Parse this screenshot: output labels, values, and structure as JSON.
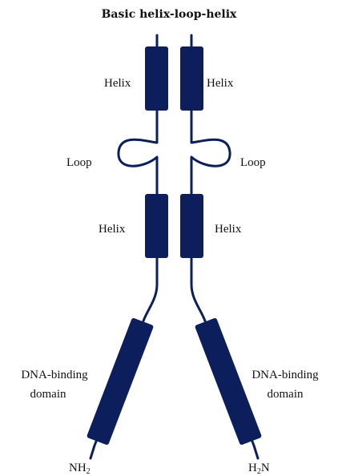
{
  "title": "Basic helix-loop-helix",
  "colors": {
    "protein": "#0c1f5c",
    "text": "#111111",
    "background": "#ffffff"
  },
  "labels": {
    "left_upper_helix": "Helix",
    "right_upper_helix": "Helix",
    "left_loop": "Loop",
    "right_loop": "Loop",
    "left_lower_helix": "Helix",
    "right_lower_helix": "Helix",
    "left_dna_binding_line1": "DNA-binding",
    "left_dna_binding_line2": "domain",
    "right_dna_binding_line1": "DNA-binding",
    "right_dna_binding_line2": "domain"
  },
  "termini": {
    "left": {
      "base": "NH",
      "sub": "2",
      "tail": ""
    },
    "right": {
      "base": "H",
      "sub": "2",
      "tail": "N"
    }
  }
}
